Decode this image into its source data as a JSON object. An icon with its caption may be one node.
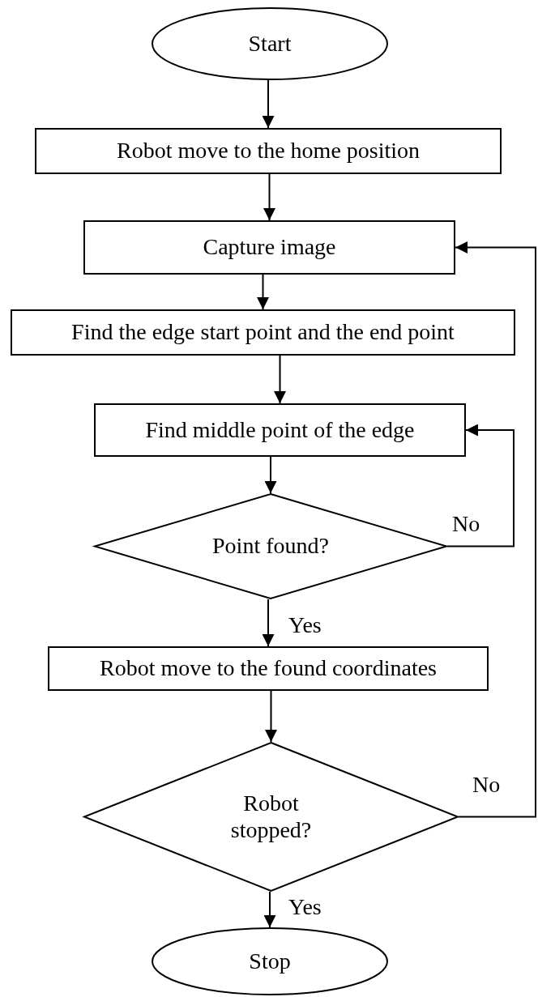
{
  "diagram": {
    "nodes": [
      {
        "text": [
          "Start"
        ]
      },
      {
        "text": [
          "Robot move to the home position"
        ]
      },
      {
        "text": [
          "Capture image"
        ]
      },
      {
        "text": [
          "Find the edge start point and the end point"
        ]
      },
      {
        "text": [
          "Find middle point of the edge"
        ]
      },
      {
        "text": [
          "Point found?"
        ]
      },
      {
        "text": [
          "Robot move to the found coordinates"
        ]
      },
      {
        "text": [
          "Robot stopped?"
        ]
      },
      {
        "text": [
          "Stop"
        ]
      }
    ],
    "edges": [
      {
        "from": 0,
        "to": 1,
        "arrow": "to"
      },
      {
        "from": 1,
        "to": 2,
        "arrow": "to"
      },
      {
        "from": 2,
        "to": 3,
        "arrow": "to"
      },
      {
        "from": 3,
        "to": 4,
        "arrow": "to"
      },
      {
        "from": 4,
        "to": 5,
        "arrow": "to"
      },
      {
        "from": 5,
        "to": 4,
        "arrow": "to",
        "label": "No"
      },
      {
        "from": 5,
        "to": 6,
        "arrow": "to",
        "label": "Yes"
      },
      {
        "from": 6,
        "to": 7,
        "arrow": "to"
      },
      {
        "from": 7,
        "to": 2,
        "arrow": "to",
        "label": "No"
      },
      {
        "from": 7,
        "to": 8,
        "arrow": "to",
        "label": "Yes"
      }
    ]
  }
}
